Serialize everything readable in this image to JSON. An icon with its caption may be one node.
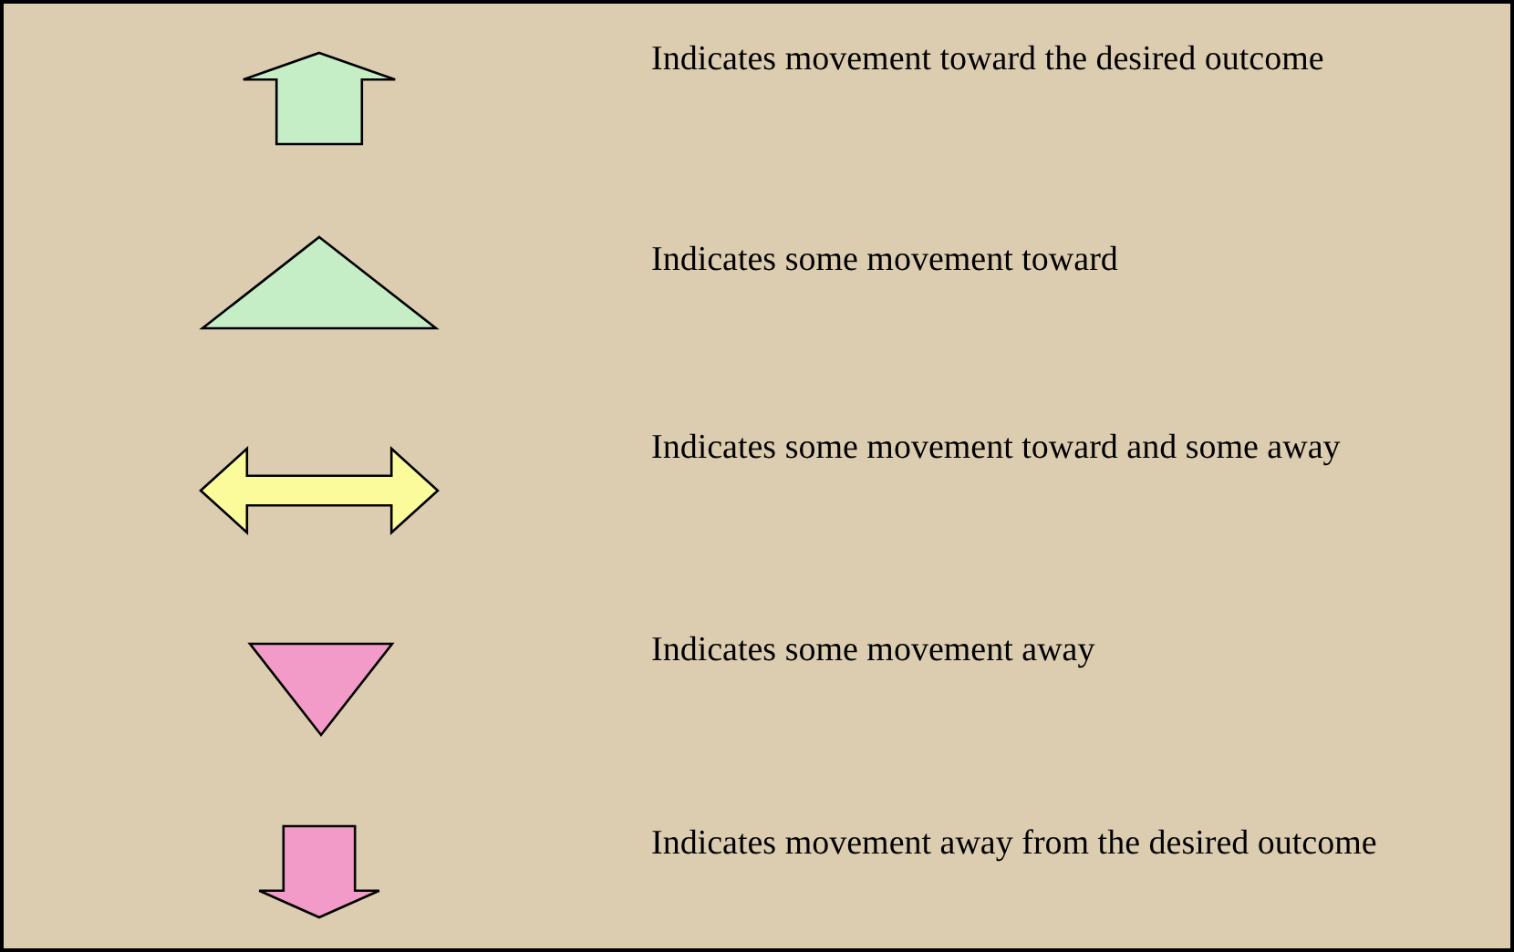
{
  "diagram": {
    "legend": [
      {
        "text": "Indicates movement toward the desired outcome"
      },
      {
        "text": "Indicates some movement toward"
      },
      {
        "text": "Indicates some movement toward and some away"
      },
      {
        "text": "Indicates some movement away"
      },
      {
        "text": "Indicates movement away from the desired outcome"
      }
    ]
  }
}
